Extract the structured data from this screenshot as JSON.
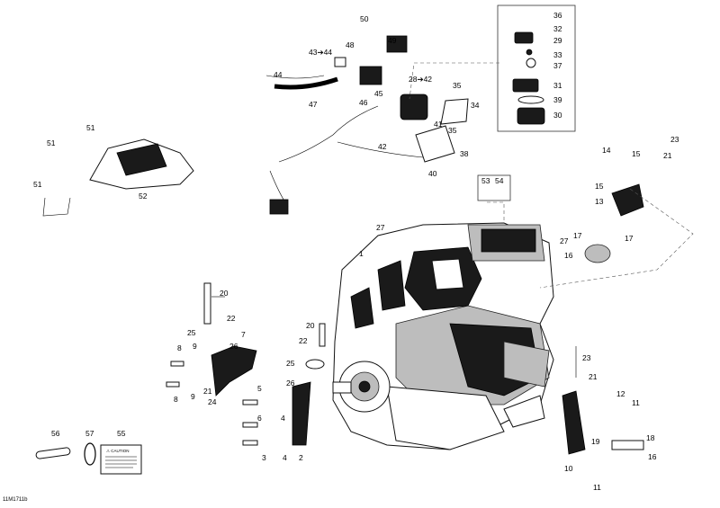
{
  "figure_ref": "11M1711b",
  "warning_label": {
    "title": "⚠ CAUTION"
  },
  "callouts": [
    "1",
    "2",
    "3",
    "4",
    "5",
    "6",
    "7",
    "8",
    "9",
    "10",
    "11",
    "12",
    "13",
    "14",
    "15",
    "16",
    "17",
    "18",
    "19",
    "20",
    "21",
    "22",
    "23",
    "24",
    "25",
    "26",
    "27",
    "28➔42",
    "29",
    "30",
    "31",
    "32",
    "33",
    "34",
    "35",
    "36",
    "37",
    "38",
    "39",
    "40",
    "41",
    "42",
    "43➔44",
    "44",
    "45",
    "46",
    "47",
    "48",
    "49",
    "50",
    "51",
    "52",
    "53",
    "54",
    "55",
    "56",
    "57"
  ],
  "callout_labels": {
    "c1": "1",
    "c2": "2",
    "c3": "3",
    "c4a": "4",
    "c4b": "4",
    "c5": "5",
    "c6": "6",
    "c7": "7",
    "c8a": "8",
    "c8b": "8",
    "c9a": "9",
    "c9b": "9",
    "c10": "10",
    "c11a": "11",
    "c11b": "11",
    "c12": "12",
    "c13": "13",
    "c14": "14",
    "c15a": "15",
    "c15b": "15",
    "c16a": "16",
    "c16b": "16",
    "c17a": "17",
    "c17b": "17",
    "c18": "18",
    "c19": "19",
    "c20a": "20",
    "c20b": "20",
    "c21a": "21",
    "c21b": "21",
    "c21c": "21",
    "c22a": "22",
    "c22b": "22",
    "c23a": "23",
    "c23b": "23",
    "c24": "24",
    "c25a": "25",
    "c25b": "25",
    "c26a": "26",
    "c26b": "26",
    "c27a": "27",
    "c27b": "27",
    "c28": "28➔42",
    "c29": "29",
    "c30": "30",
    "c31": "31",
    "c32": "32",
    "c33": "33",
    "c34": "34",
    "c35a": "35",
    "c35b": "35",
    "c36": "36",
    "c37": "37",
    "c38": "38",
    "c39": "39",
    "c40": "40",
    "c41": "41",
    "c42": "42",
    "c43": "43➔44",
    "c44": "44",
    "c45": "45",
    "c46": "46",
    "c47": "47",
    "c48": "48",
    "c49": "49",
    "c50": "50",
    "c51a": "51",
    "c51b": "51",
    "c51c": "51",
    "c52": "52",
    "c53": "53",
    "c54": "54",
    "c55": "55",
    "c56": "56",
    "c57": "57"
  }
}
